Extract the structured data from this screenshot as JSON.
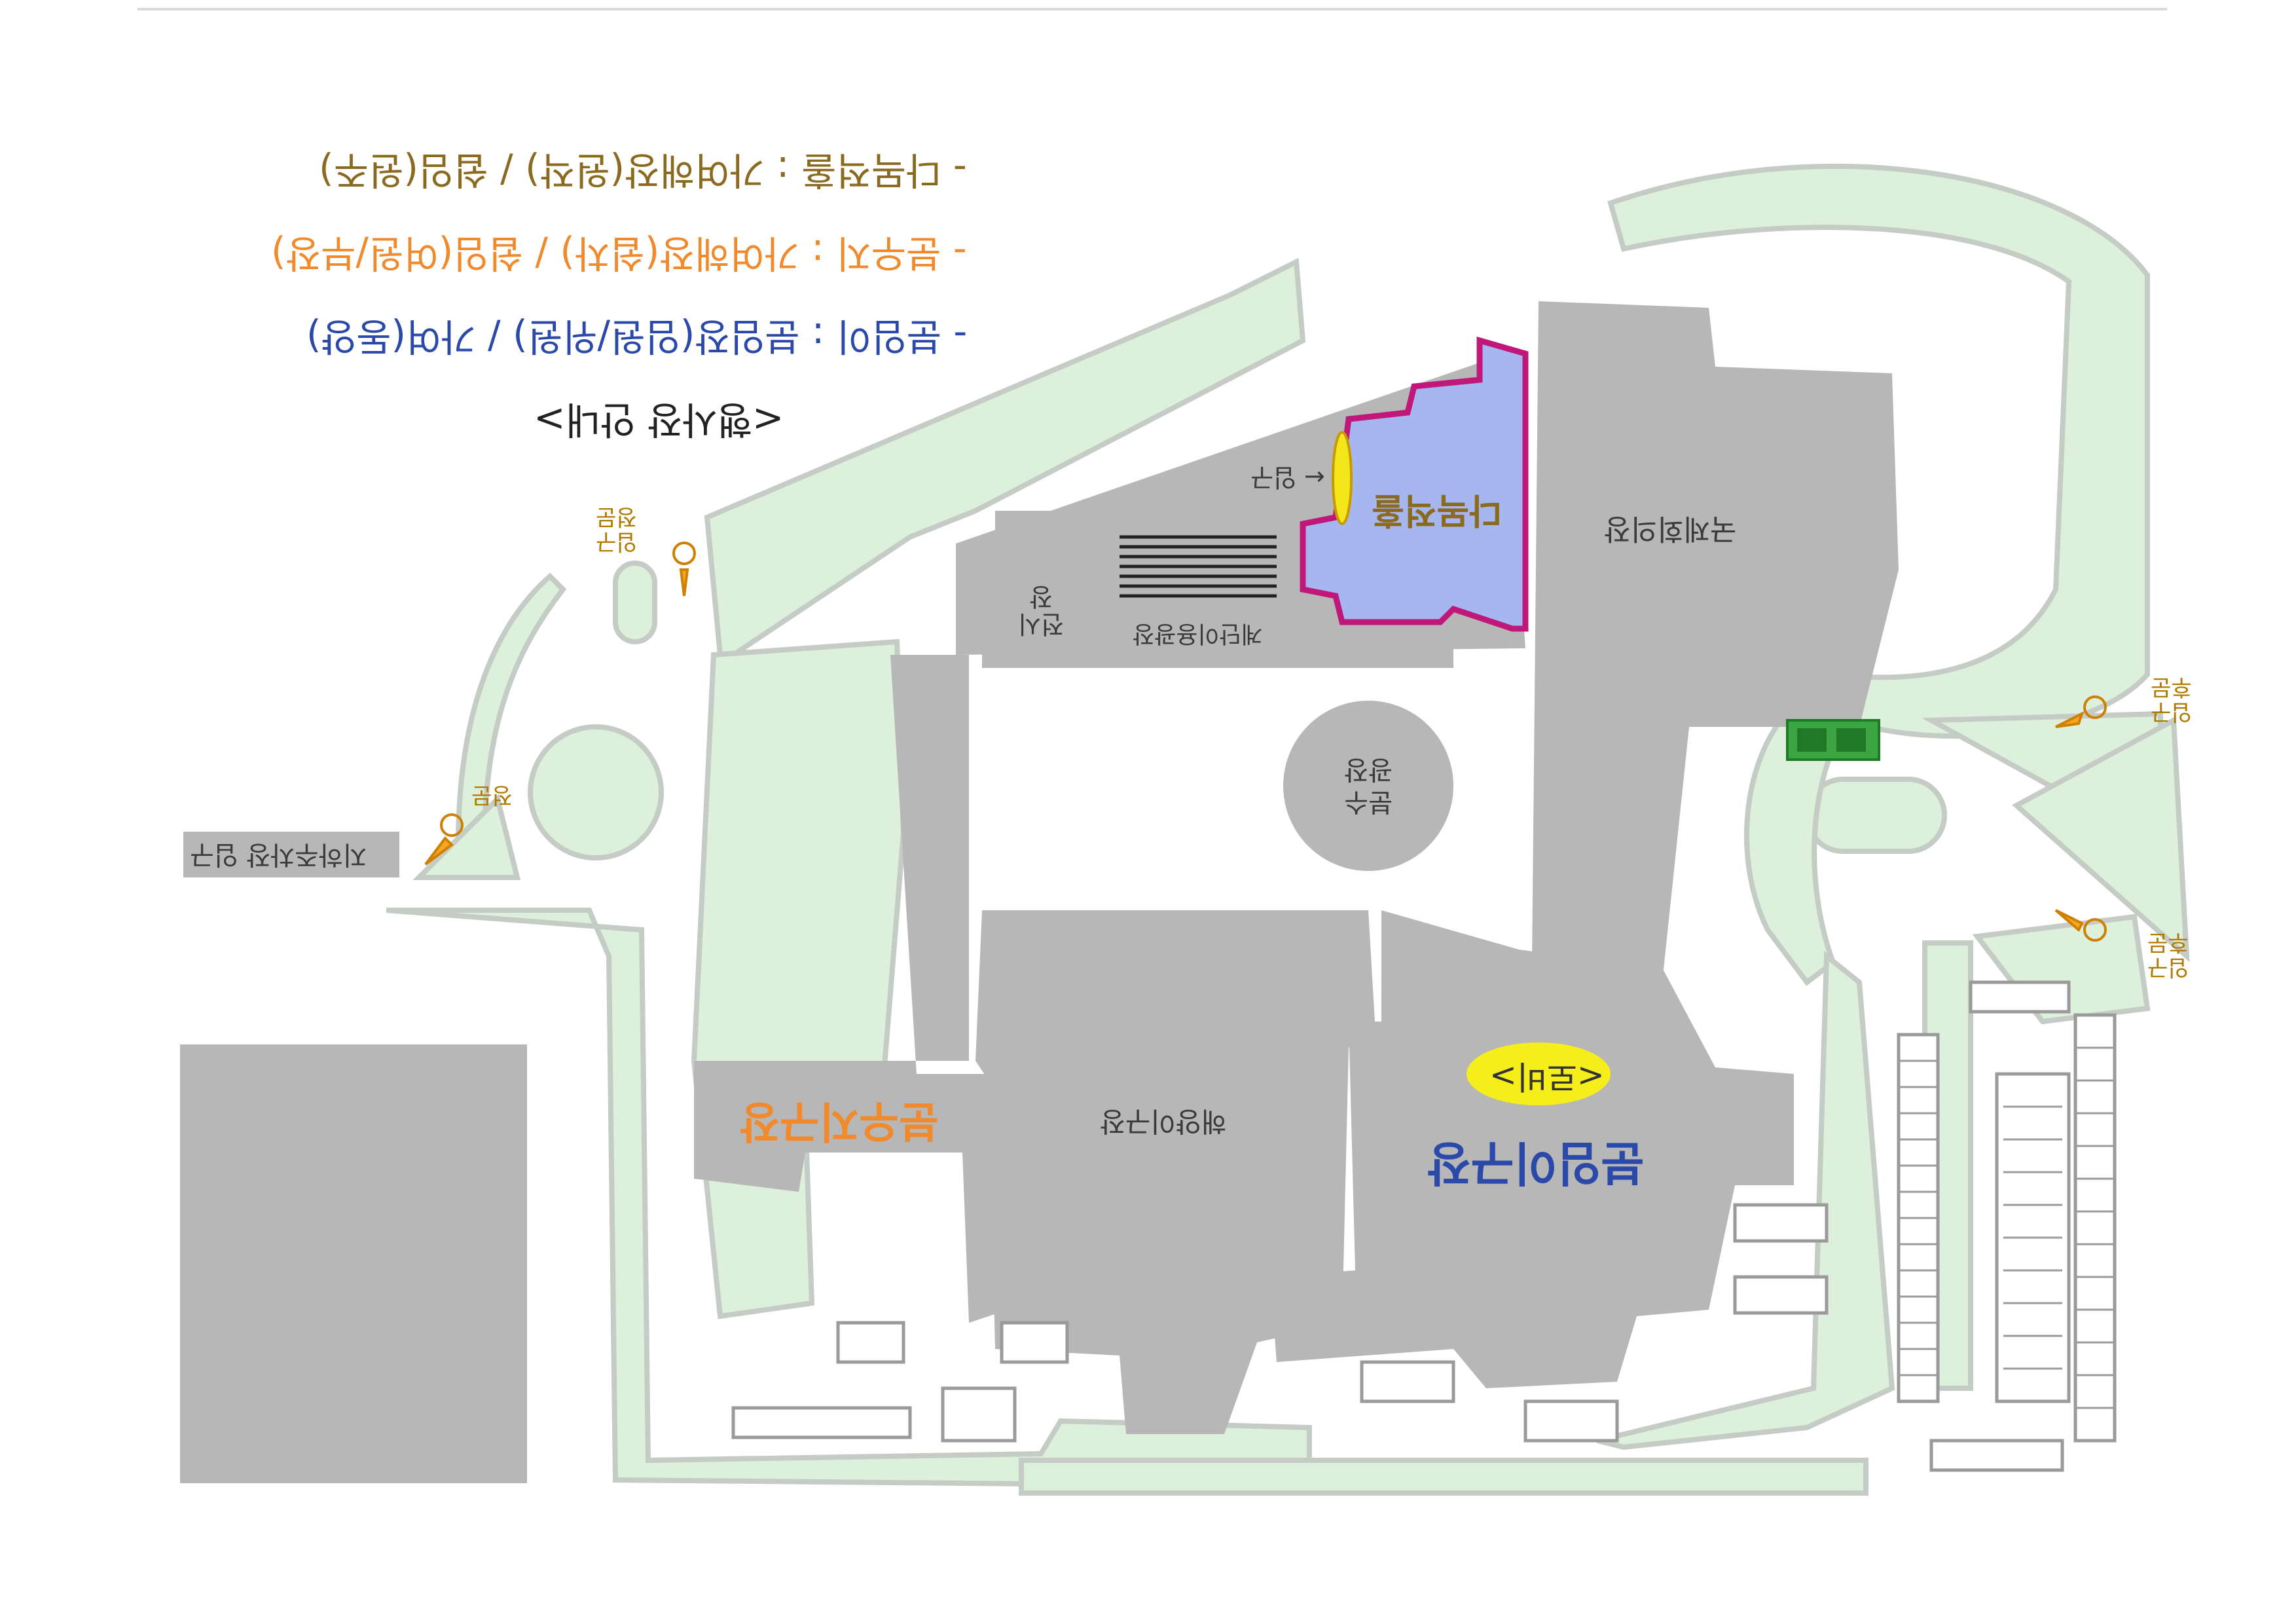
{
  "legend": {
    "title": "<행사장 안내>",
    "items": [
      {
        "label": "- 분임이 : 분임장(임원/위원) / 가여(동양)",
        "color": "#2a49a8"
      },
      {
        "label": "- 분우지 : 가여해장(쉽차) / 쉽임(여원/부장)",
        "color": "#f08a2c"
      },
      {
        "label": "- 다목적홀 : 가여해장(원작) / 쉽임(원주)",
        "color": "#8a6a1e"
      }
    ]
  },
  "buildings": {
    "main_hall": "분임이구장",
    "sub_hall": "분우지구장",
    "center_hall": "해양이구장",
    "multipurpose": "다목적홀",
    "international": "국제회의장",
    "convention_hall": "전시장",
    "fountain": "분수광장",
    "underground": "지하주차장 입구"
  },
  "labels": {
    "main_badge": "<로비>",
    "entrance_arrow": "← 입구",
    "stairs": "계단이용광장",
    "gate_top_left": "입구\n정문",
    "gate_left": "정문",
    "gate_right_top": "입구\n후문",
    "gate_right_bottom": "입구\n후문"
  },
  "colors": {
    "green": "#ddf0dc",
    "green_edge": "#c5cbc5",
    "building": "#b7b7b7",
    "highlight": "#a5b7ee",
    "highlight_border": "#c0187a",
    "badge": "#f6ee1a"
  }
}
